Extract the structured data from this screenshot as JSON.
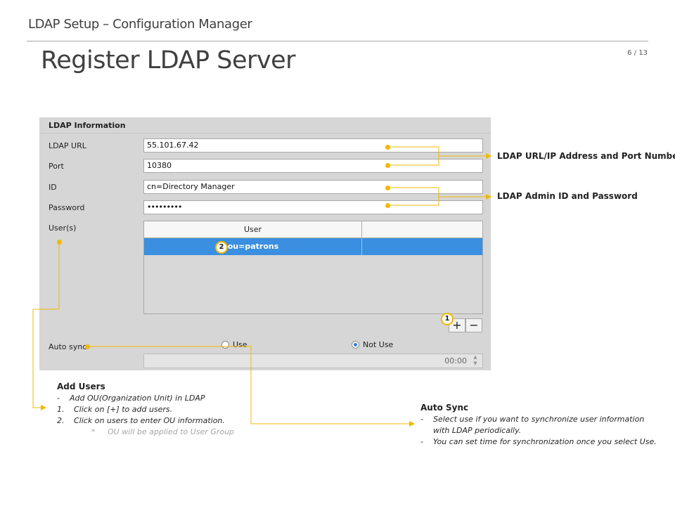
{
  "slide": {
    "doc_title": "LDAP Setup – Configuration Manager",
    "title": "Register LDAP Server",
    "page": "6 / 13"
  },
  "dialog": {
    "section_title": "LDAP Information",
    "fields": {
      "url": {
        "label": "LDAP URL",
        "value": "55.101.67.42"
      },
      "port": {
        "label": "Port",
        "value": "10380"
      },
      "id": {
        "label": "ID",
        "value": "cn=Directory Manager"
      },
      "password": {
        "label": "Password",
        "value": "•••••••••"
      }
    },
    "users": {
      "label": "User(s)",
      "columns": [
        "User",
        ""
      ],
      "rows": [
        {
          "user": "ou=patrons",
          "selected": true
        }
      ],
      "add_label": "+",
      "remove_label": "−"
    },
    "auto_sync": {
      "label": "Auto sync",
      "options": [
        "Use",
        "Not Use"
      ],
      "selected": "Not Use",
      "time": "00:00"
    }
  },
  "badges": {
    "add": "1",
    "row": "2"
  },
  "annotations": {
    "url_port": "LDAP URL/IP Address and Port Number",
    "admin": "LDAP Admin ID and Password",
    "add_users": {
      "title": "Add Users",
      "lines": [
        {
          "marker": "-",
          "text": "Add OU(Organization Unit)  in LDAP"
        },
        {
          "marker": "1.",
          "text": "Click on [+] to add users."
        },
        {
          "marker": "2.",
          "text": "Click on users to enter OU information."
        },
        {
          "marker": "*",
          "text": "OU will be applied to User Group"
        }
      ]
    },
    "auto_sync": {
      "title": "Auto Sync",
      "lines": [
        {
          "marker": "-",
          "text": "Select use if you want to synchronize user information"
        },
        {
          "marker": "",
          "text": "with LDAP periodically."
        },
        {
          "marker": "-",
          "text": "You can set time for synchronization once you select Use."
        }
      ]
    }
  },
  "colors": {
    "accent": "#f2b800",
    "selection": "#3a8fe0",
    "panel": "#d6d6d6"
  }
}
